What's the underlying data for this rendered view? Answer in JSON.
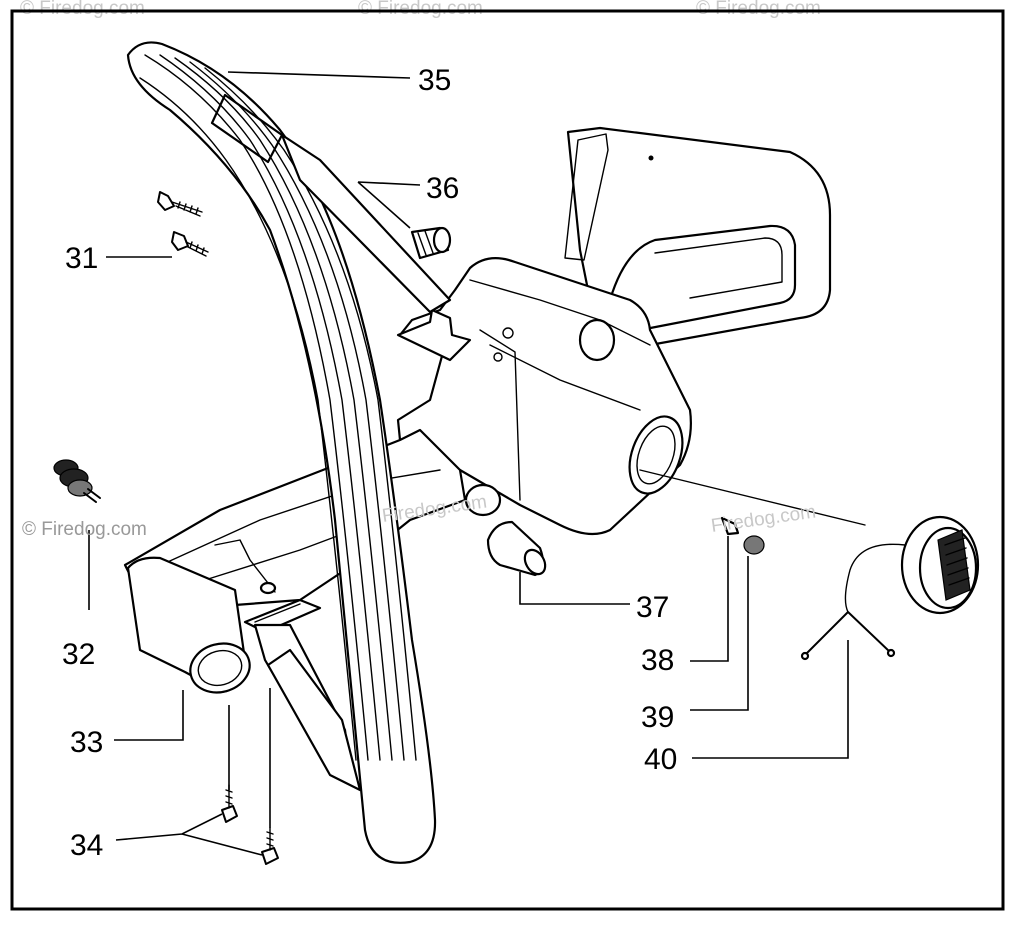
{
  "watermark": {
    "main": "© Firedog.com",
    "mid_left": "Firedog.com",
    "mid_right": "Firedog.com",
    "top_1": "© Firedog.com",
    "top_2": "© Firedog.com",
    "top_3": "© Firedog.com"
  },
  "callouts": {
    "c31": "31",
    "c32": "32",
    "c33": "33",
    "c34": "34",
    "c35": "35",
    "c36": "36",
    "c37": "37",
    "c38": "38",
    "c39": "39",
    "c40": "40"
  }
}
